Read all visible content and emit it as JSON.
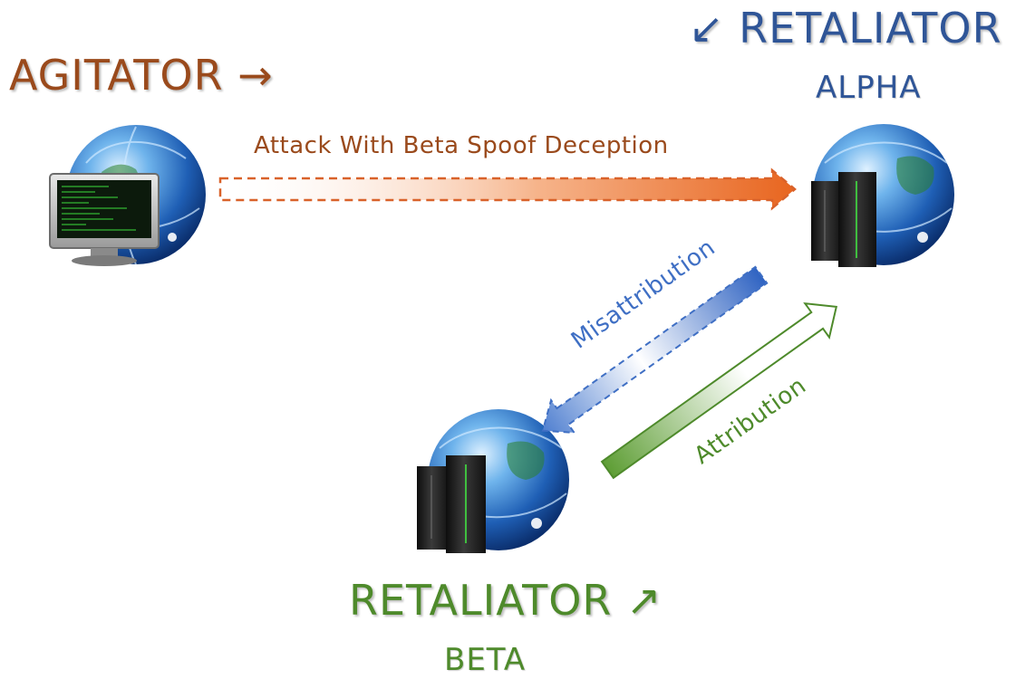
{
  "colors": {
    "agitator": "#9a4a1c",
    "retaliator_alpha": "#2f5597",
    "retaliator_beta": "#4e8a2b",
    "attack_arrow": "#e36d2a",
    "misattribution_arrow": "#3f6fc4",
    "attribution_arrow": "#5e9e35"
  },
  "nodes": {
    "agitator": {
      "title": "AGITATOR",
      "arrow_glyph": "→",
      "icon": "globe-with-monitor-icon"
    },
    "retaliator_alpha": {
      "title": "RETALIATOR",
      "arrow_glyph": "↙",
      "subtitle": "ALPHA",
      "icon": "globe-with-server-icon"
    },
    "retaliator_beta": {
      "title": "RETALIATOR",
      "arrow_glyph": "↗",
      "subtitle": "BETA",
      "icon": "globe-with-server-icon"
    }
  },
  "edges": {
    "attack": {
      "label": "Attack With Beta Spoof Deception",
      "style": "dashed"
    },
    "misattribution": {
      "label": "Misattribution",
      "style": "dashed"
    },
    "attribution": {
      "label": "Attribution",
      "style": "solid"
    }
  }
}
